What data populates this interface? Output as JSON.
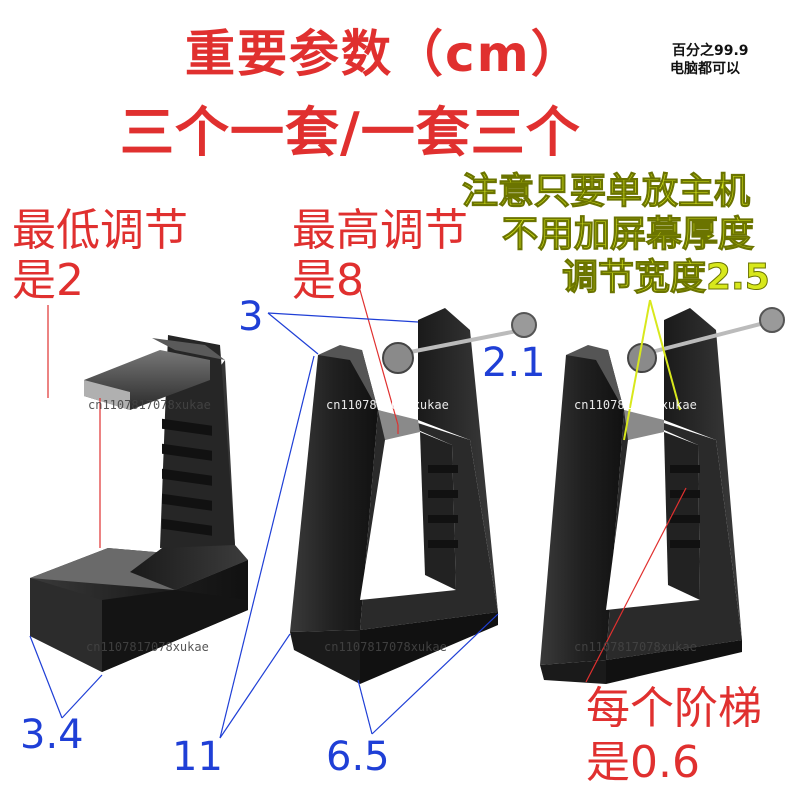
{
  "title": {
    "line1": "重要参数（cm）",
    "line2": "三个一套/一套三个"
  },
  "compat": {
    "line1": "百分之99.9",
    "line2": "电脑都可以"
  },
  "note": {
    "line1": "注意只要单放主机",
    "line2": "不用加屏幕厚度",
    "line3": "调节宽度2.5"
  },
  "min_adjust": {
    "line1": "最低调节",
    "line2": "是2"
  },
  "max_adjust": {
    "line1": "最高调节",
    "line2": "是8"
  },
  "step": {
    "line1": "每个阶梯",
    "line2": "是0.6"
  },
  "dimensions": {
    "top_width": "3",
    "screw": "2.1",
    "base_depth": "3.4",
    "height": "11",
    "base_width": "6.5"
  },
  "watermark": "cn1107817078xukae",
  "colors": {
    "red": "#e0302f",
    "blue": "#1f3fd6",
    "yellow": "#d8e81c",
    "product": "#1e1e1e"
  }
}
